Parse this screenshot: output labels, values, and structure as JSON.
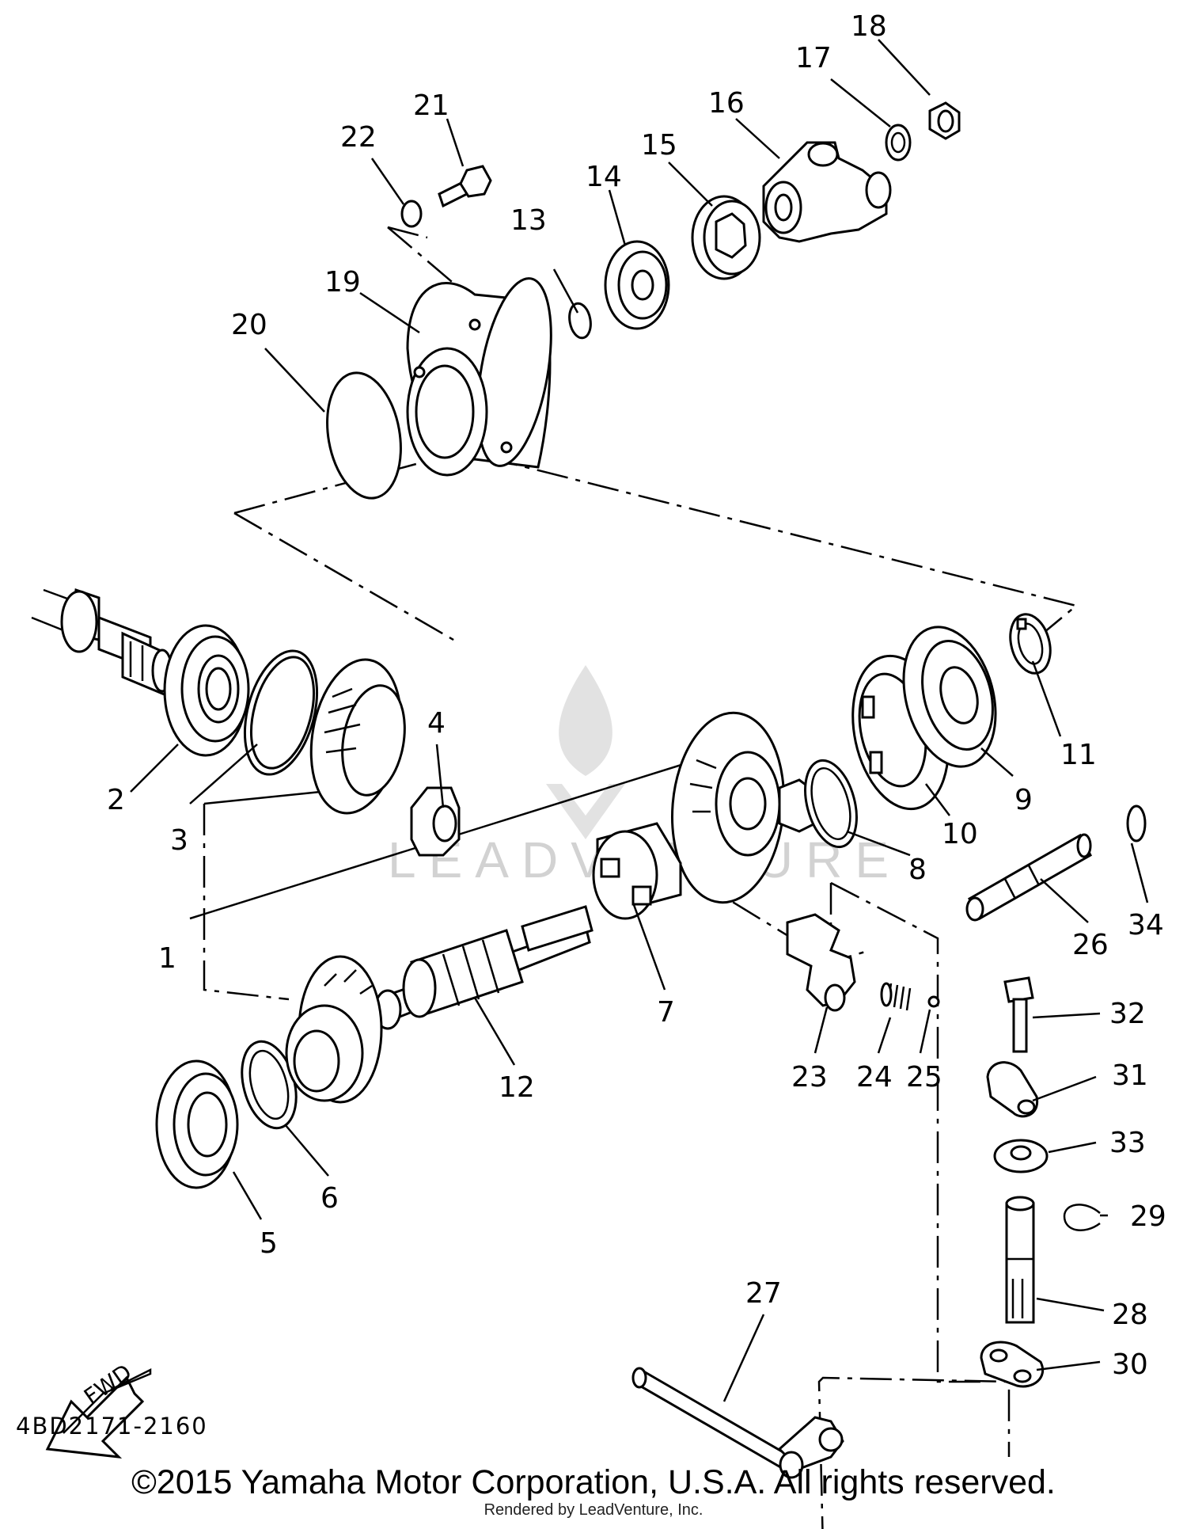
{
  "diagram": {
    "code": "4BD2171-2160",
    "watermark": "LEADVENTURE",
    "fwd_label": "FWD",
    "copyright": "©2015 Yamaha Motor Corporation, U.S.A. All rights reserved.",
    "rendered_by": "Rendered by LeadVenture, Inc."
  },
  "callouts": [
    "1",
    "2",
    "3",
    "4",
    "5",
    "6",
    "7",
    "8",
    "9",
    "10",
    "11",
    "12",
    "13",
    "14",
    "15",
    "16",
    "17",
    "18",
    "19",
    "20",
    "21",
    "22",
    "23",
    "24",
    "25",
    "26",
    "27",
    "28",
    "29",
    "30",
    "31",
    "32",
    "33",
    "34"
  ]
}
